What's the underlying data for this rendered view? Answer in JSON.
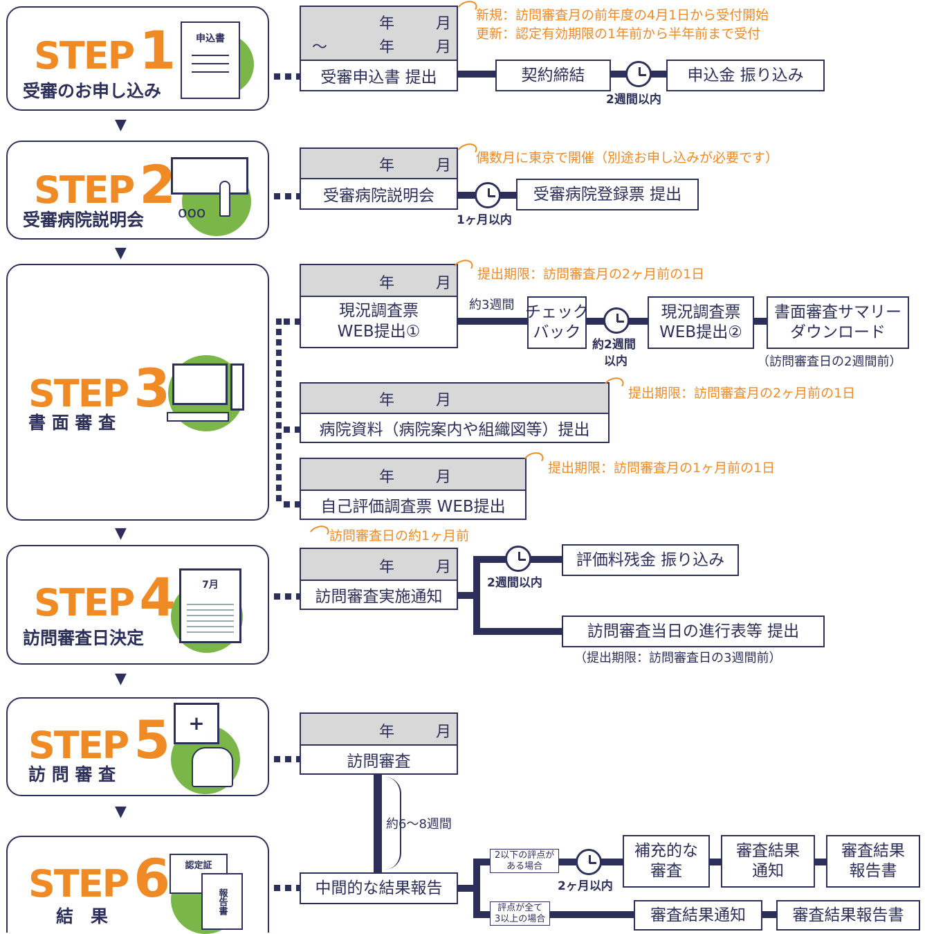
{
  "steps": [
    {
      "word": "STEP",
      "num": "1",
      "title": "受審のお申し込み",
      "icon_label": "申込書"
    },
    {
      "word": "STEP",
      "num": "2",
      "title": "受審病院説明会"
    },
    {
      "word": "STEP",
      "num": "3",
      "title": "書 面 審 査"
    },
    {
      "word": "STEP",
      "num": "4",
      "title": "訪問審査日決定",
      "icon_label": "7月"
    },
    {
      "word": "STEP",
      "num": "5",
      "title": "訪 問 審 査"
    },
    {
      "word": "STEP",
      "num": "6",
      "title": "結　果",
      "icon_label": "認定証",
      "icon_label2": "報告書"
    }
  ],
  "date": {
    "year": "年",
    "month": "月",
    "tilde": "〜"
  },
  "s1": {
    "box1": "受審申込書 提出",
    "box2": "契約締結",
    "box3": "申込金 振り込み",
    "clock_label": "2週間以内",
    "note1": "新規：訪問審査月の前年度の4月1日から受付開始",
    "note2": "更新：認定有効期限の1年前から半年前まで受付"
  },
  "s2": {
    "box1": "受審病院説明会",
    "box2": "受審病院登録票 提出",
    "clock_label": "1ヶ月以内",
    "note": "偶数月に東京で開催（別途お申し込みが必要です）"
  },
  "s3": {
    "box1a": "現況調査票",
    "box1b": "WEB提出①",
    "box2a": "チェック",
    "box2b": "バック",
    "box3a": "現況調査票",
    "box3b": "WEB提出②",
    "box4a": "書面審査サマリー",
    "box4b": "ダウンロード",
    "after_label": "約3週間",
    "clock_label_a": "約2週間",
    "clock_label_b": "以内",
    "summary_note": "（訪問審査日の2週間前）",
    "note1": "提出期限：訪問審査月の2ヶ月前の1日",
    "box5": "病院資料（病院案内や組織図等）提出",
    "note2": "提出期限：訪問審査月の2ヶ月前の1日",
    "box6": "自己評価調査票 WEB提出",
    "note3": "提出期限：訪問審査月の1ヶ月前の1日"
  },
  "s4": {
    "note": "訪問審査日の約1ヶ月前",
    "box1": "訪問審査実施通知",
    "box2": "評価料残金 振り込み",
    "box3": "訪問審査当日の進行表等 提出",
    "clock_label": "2週間以内",
    "box3_note": "（提出期限：訪問審査日の3週間前）"
  },
  "s5": {
    "box1": "訪問審査",
    "interval": "約6〜8週間"
  },
  "s6": {
    "box1": "中間的な結果報告",
    "cond1a": "2以下の評点が",
    "cond1b": "ある場合",
    "cond2a": "評点が全て",
    "cond2b": "3以上の場合",
    "clock_label": "2ヶ月以内",
    "box2a": "補充的な",
    "box2b": "審査",
    "box3a": "審査結果",
    "box3b": "通知",
    "box4a": "審査結果",
    "box4b": "報告書",
    "box5": "審査結果通知",
    "box6": "審査結果報告書"
  },
  "colors": {
    "navy": "#2b2f5a",
    "orange": "#f08a24",
    "green": "#7ab648",
    "gray": "#d8d8d8"
  }
}
